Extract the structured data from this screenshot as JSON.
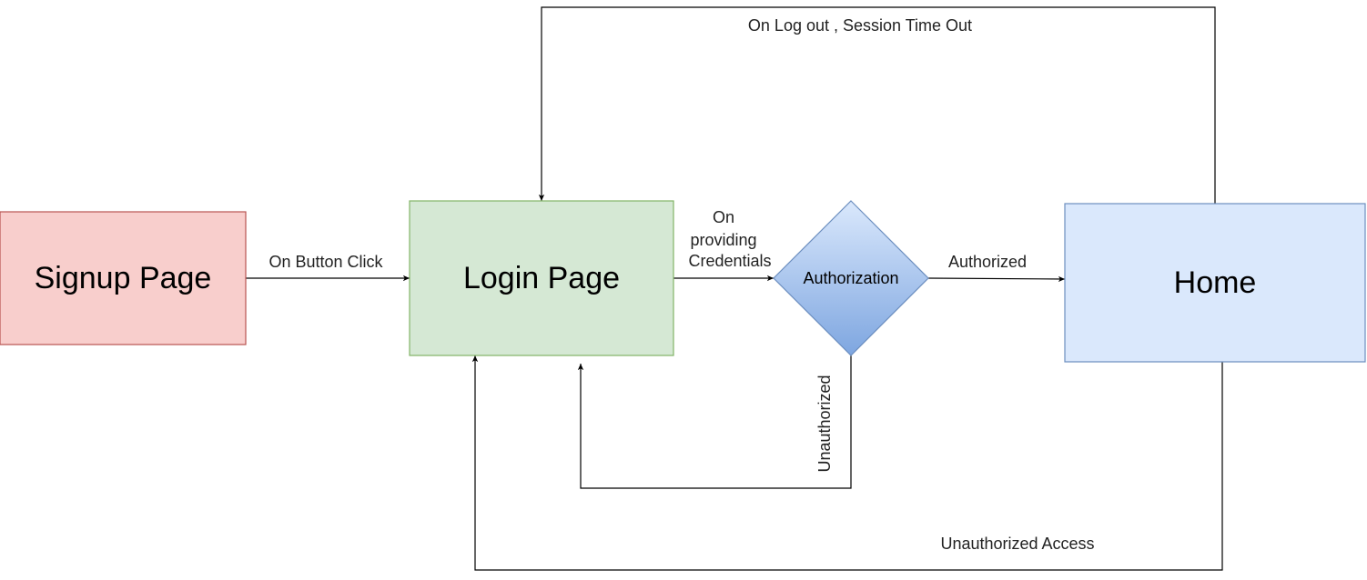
{
  "nodes": {
    "signup": {
      "label": "Signup Page",
      "fill": "#f8cecc",
      "stroke": "#b85450"
    },
    "login": {
      "label": "Login Page",
      "fill": "#d5e8d4",
      "stroke": "#82b366"
    },
    "authorization": {
      "label": "Authorization",
      "fill_top": "#dae8fc",
      "fill_bottom": "#7ea6e0",
      "stroke": "#6c8ebf"
    },
    "home": {
      "label": "Home",
      "fill": "#dae8fc",
      "stroke": "#6c8ebf"
    }
  },
  "edges": {
    "signup_to_login": {
      "label": "On Button Click"
    },
    "login_to_auth": {
      "label_lines": [
        "On",
        "providing",
        "Credentials"
      ]
    },
    "auth_to_home": {
      "label": "Authorized"
    },
    "auth_to_login": {
      "label": "Unauthorized"
    },
    "home_to_login_logout": {
      "label": "On Log out , Session Time Out"
    },
    "home_to_login_unauth": {
      "label": "Unauthorized Access"
    }
  }
}
